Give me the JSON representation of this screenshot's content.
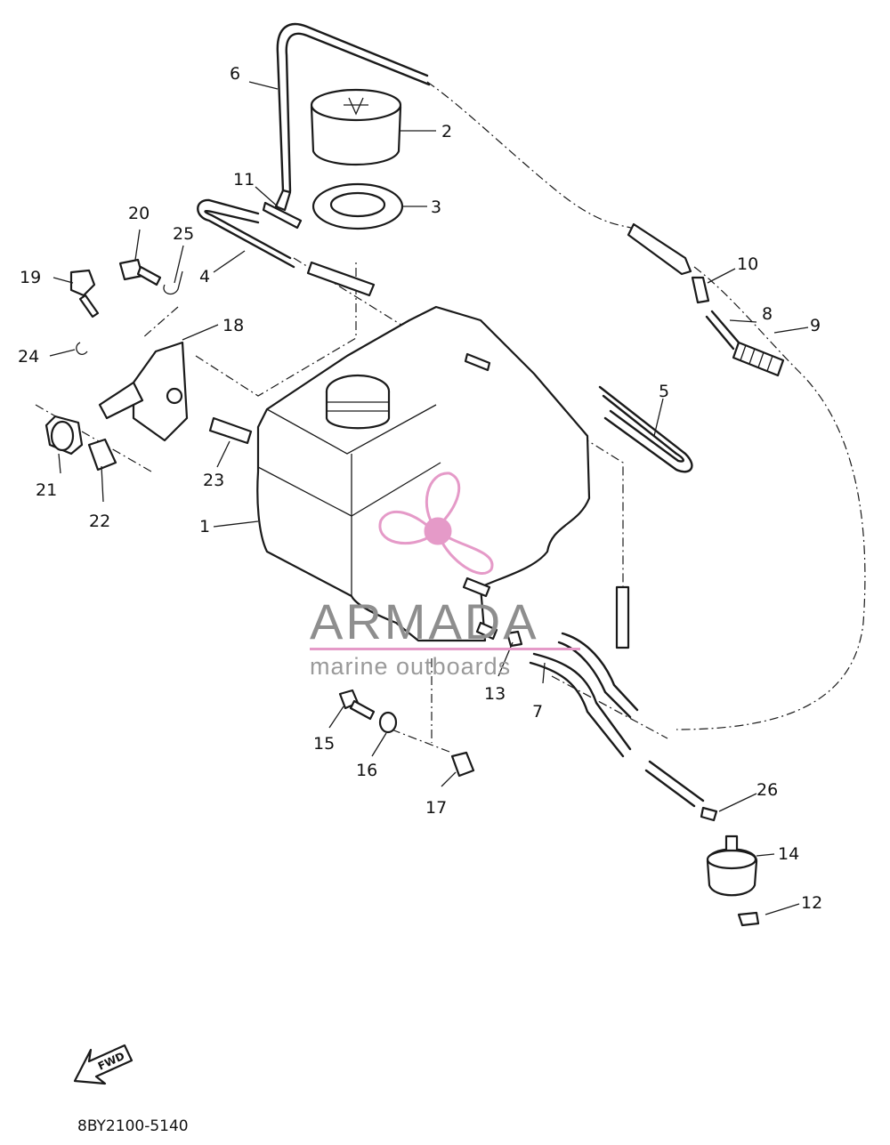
{
  "diagram": {
    "callouts": {
      "c1": "1",
      "c2": "2",
      "c3": "3",
      "c4": "4",
      "c5": "5",
      "c6": "6",
      "c7": "7",
      "c8": "8",
      "c9": "9",
      "c10": "10",
      "c11": "11",
      "c12": "12",
      "c13": "13",
      "c14": "14",
      "c15": "15",
      "c16": "16",
      "c17": "17",
      "c18": "18",
      "c19": "19",
      "c20": "20",
      "c21": "21",
      "c22": "22",
      "c23": "23",
      "c24": "24",
      "c25": "25",
      "c26": "26"
    },
    "reference_code": "8BY2100-5140",
    "forward_arrow_label": "FWD"
  },
  "watermark": {
    "brand": "ARMADA",
    "tagline": "marine outboards",
    "accent_color": "#e59ac8",
    "text_color": "#8e8e8e"
  }
}
